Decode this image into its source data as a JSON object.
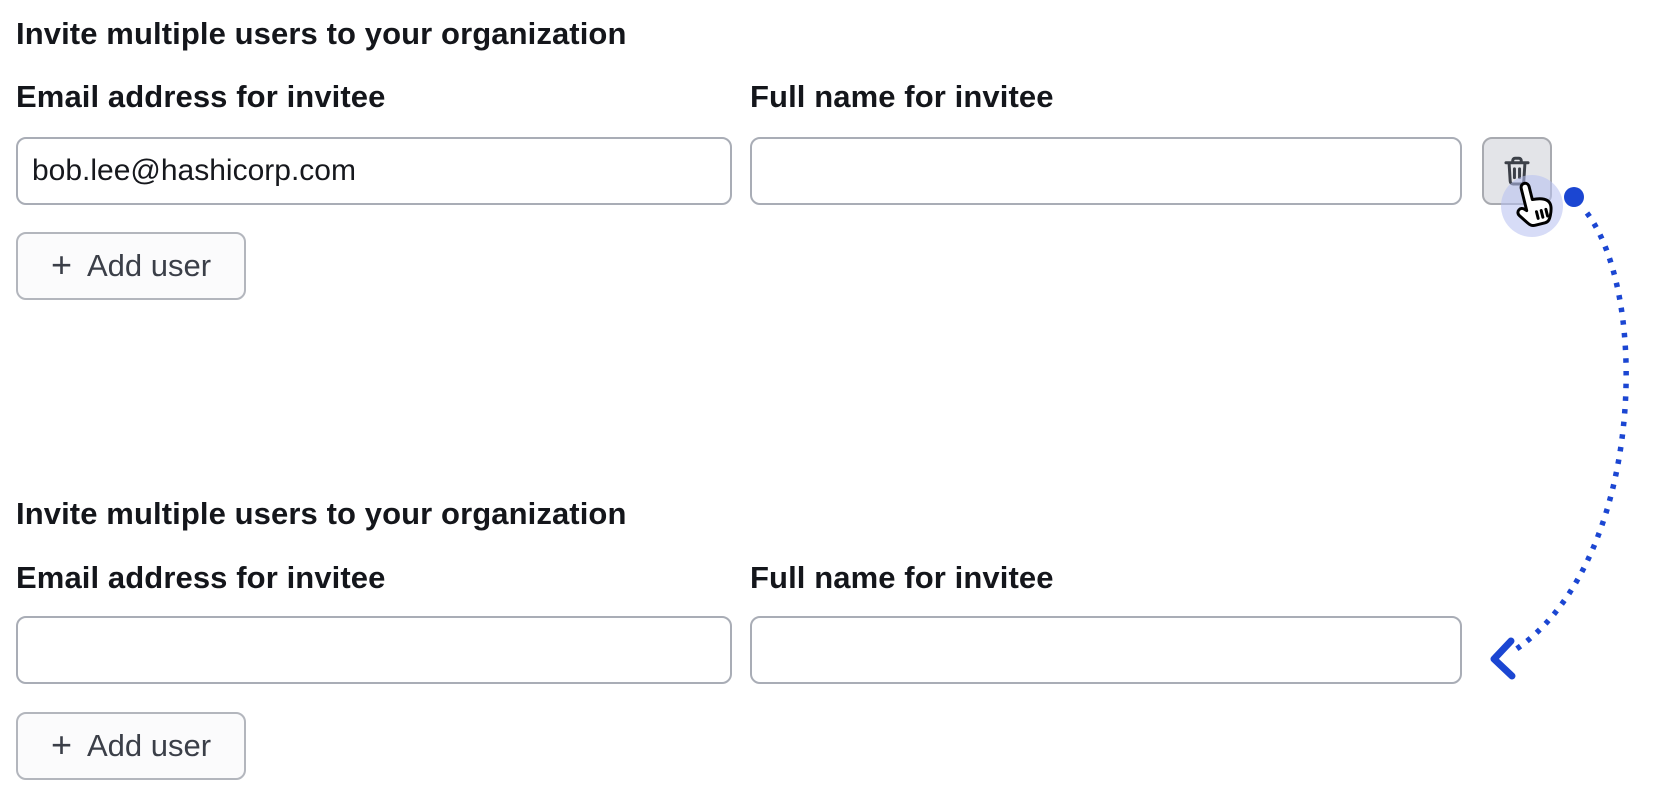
{
  "page": {
    "background": "#ffffff"
  },
  "colors": {
    "accent_blue": "#1b46d2",
    "halo_lavender": "rgba(182,191,240,0.55)",
    "input_border": "#a9adb6",
    "trash_button_bg": "#e3e4e8",
    "heading_text": "#14161b",
    "button_text": "#3b3f48"
  },
  "sections": [
    {
      "heading": "Invite multiple users to your organization",
      "fields": [
        {
          "label": "Email address for invitee",
          "value": "bob.lee@hashicorp.com"
        },
        {
          "label": "Full name for invitee",
          "value": ""
        }
      ],
      "add_user": {
        "plus": "+",
        "label": "Add user"
      },
      "delete_button": {
        "icon": "trash-icon"
      }
    },
    {
      "heading": "Invite multiple users to your organization",
      "fields": [
        {
          "label": "Email address for invitee",
          "value": ""
        },
        {
          "label": "Full name for invitee",
          "value": ""
        }
      ],
      "add_user": {
        "plus": "+",
        "label": "Add user"
      }
    }
  ],
  "annotation": {
    "type": "click-then-result arrow",
    "start_marker": "blue-dot",
    "end_marker": "left-chevron-arrowhead",
    "cursor": "hand-pointer-icon"
  }
}
